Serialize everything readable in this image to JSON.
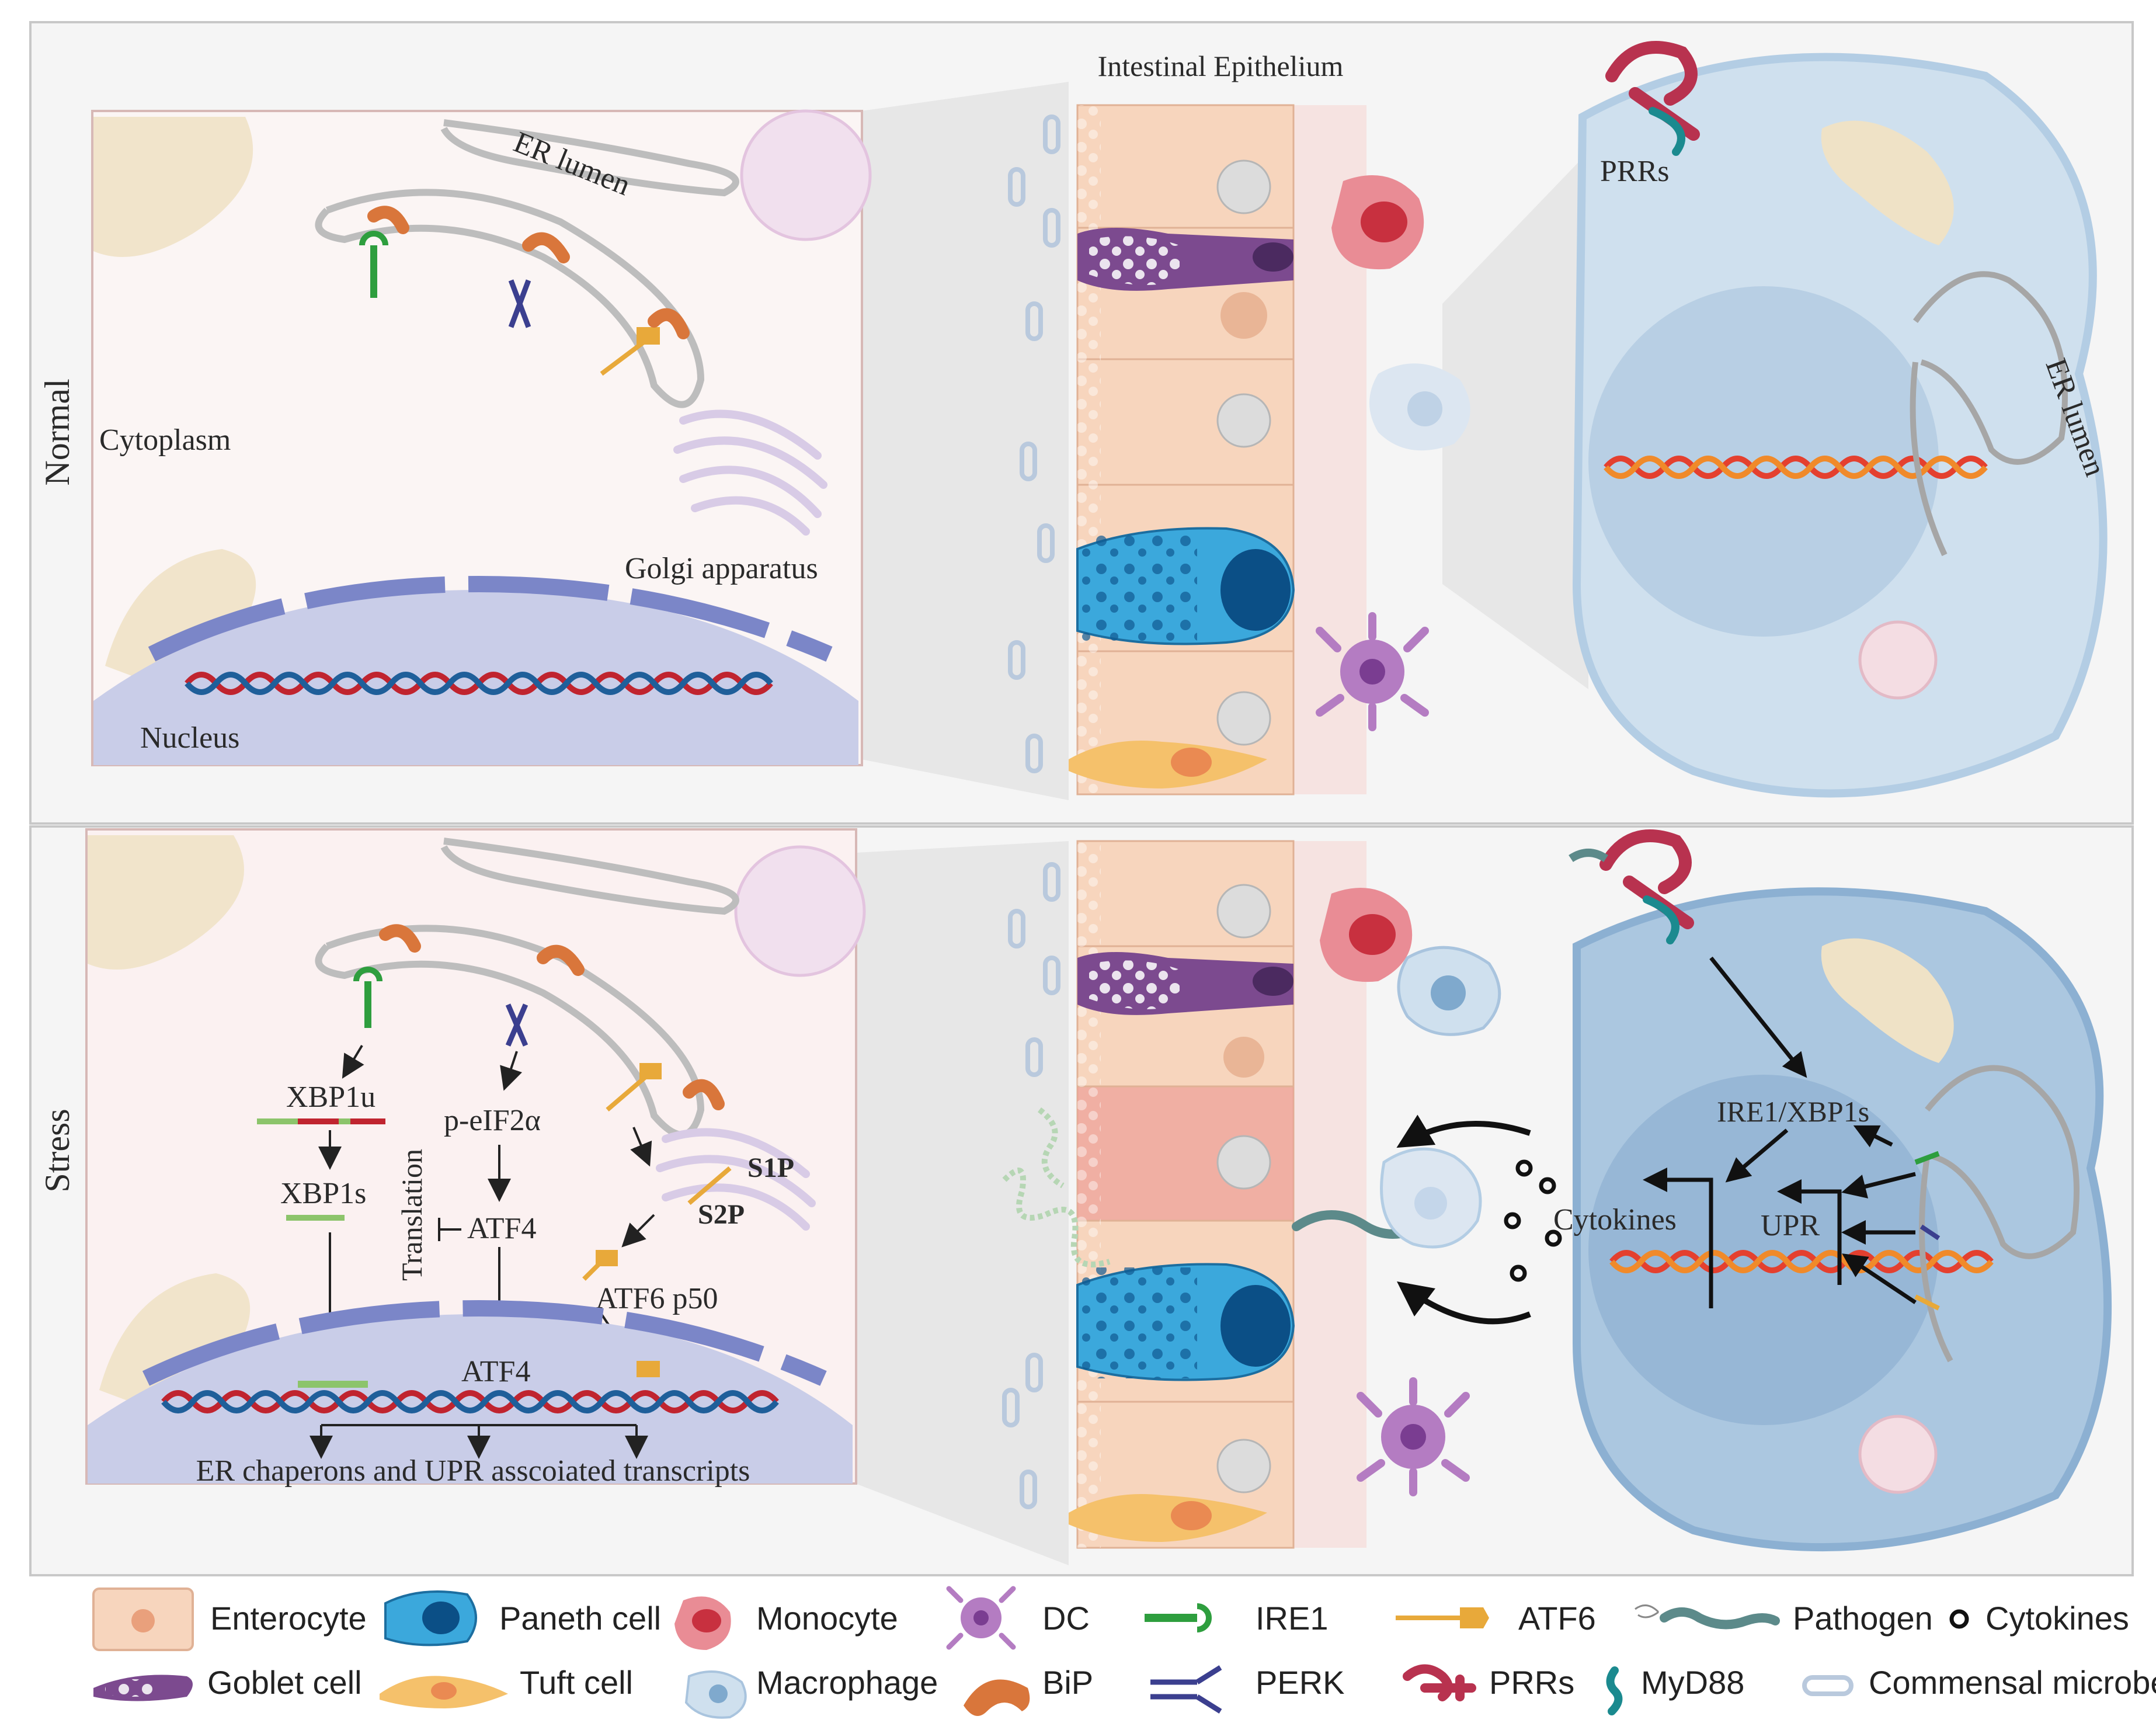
{
  "panels": {
    "normal": {
      "row_label": "Normal",
      "zoom_labels": {
        "er_lumen": "ER lumen",
        "cytoplasm": "Cytoplasm",
        "golgi": "Golgi apparatus",
        "nucleus": "Nucleus"
      },
      "epithelium_title": "Intestinal Epithelium",
      "macrophage_labels": {
        "prrs": "PRRs",
        "er_lumen": "ER lumen"
      }
    },
    "stress": {
      "row_label": "Stress",
      "zoom_labels": {
        "xbp1u": "XBP1u",
        "xbp1s": "XBP1s",
        "translation": "Translation",
        "p_eif2a": "p-eIF2α",
        "atf4_top": "ATF4",
        "atf4_bottom": "ATF4",
        "s1p": "S1P",
        "s2p": "S2P",
        "atf6_p50": "ATF6 p50",
        "transcripts": "ER chaperons and UPR asscoiated transcripts"
      },
      "macrophage_labels": {
        "ire1_xbp1s": "IRE1/XBP1s",
        "upr": "UPR",
        "cytokines": "Cytokines"
      }
    }
  },
  "legend": {
    "items": [
      {
        "label": "Enterocyte",
        "icon": "enterocyte-icon"
      },
      {
        "label": "Paneth cell",
        "icon": "paneth-cell-icon"
      },
      {
        "label": "Monocyte",
        "icon": "monocyte-icon"
      },
      {
        "label": "DC",
        "icon": "dendritic-cell-icon"
      },
      {
        "label": "IRE1",
        "icon": "ire1-icon"
      },
      {
        "label": "ATF6",
        "icon": "atf6-icon"
      },
      {
        "label": "Pathogen",
        "icon": "pathogen-icon"
      },
      {
        "label": "Cytokines",
        "icon": "cytokine-icon"
      },
      {
        "label": "Goblet cell",
        "icon": "goblet-cell-icon"
      },
      {
        "label": "Tuft cell",
        "icon": "tuft-cell-icon"
      },
      {
        "label": "Macrophage",
        "icon": "macrophage-icon"
      },
      {
        "label": "BiP",
        "icon": "bip-icon"
      },
      {
        "label": "PERK",
        "icon": "perk-icon"
      },
      {
        "label": "PRRs",
        "icon": "prr-icon"
      },
      {
        "label": "MyD88",
        "icon": "myd88-icon"
      },
      {
        "label": "Commensal microbe",
        "icon": "commensal-microbe-icon"
      }
    ]
  },
  "colors": {
    "ire1": "#2e9e3e",
    "perk": "#3b3f8f",
    "atf6": "#e8a93a",
    "bip": "#d9763b",
    "prr": "#b8324f",
    "myd88": "#1b8a8f",
    "dna_red": "#c0242f",
    "dna_blue": "#1f5f9a",
    "nucleus": "#c9cde8",
    "macrophage_cell": "#cfe0ee"
  }
}
